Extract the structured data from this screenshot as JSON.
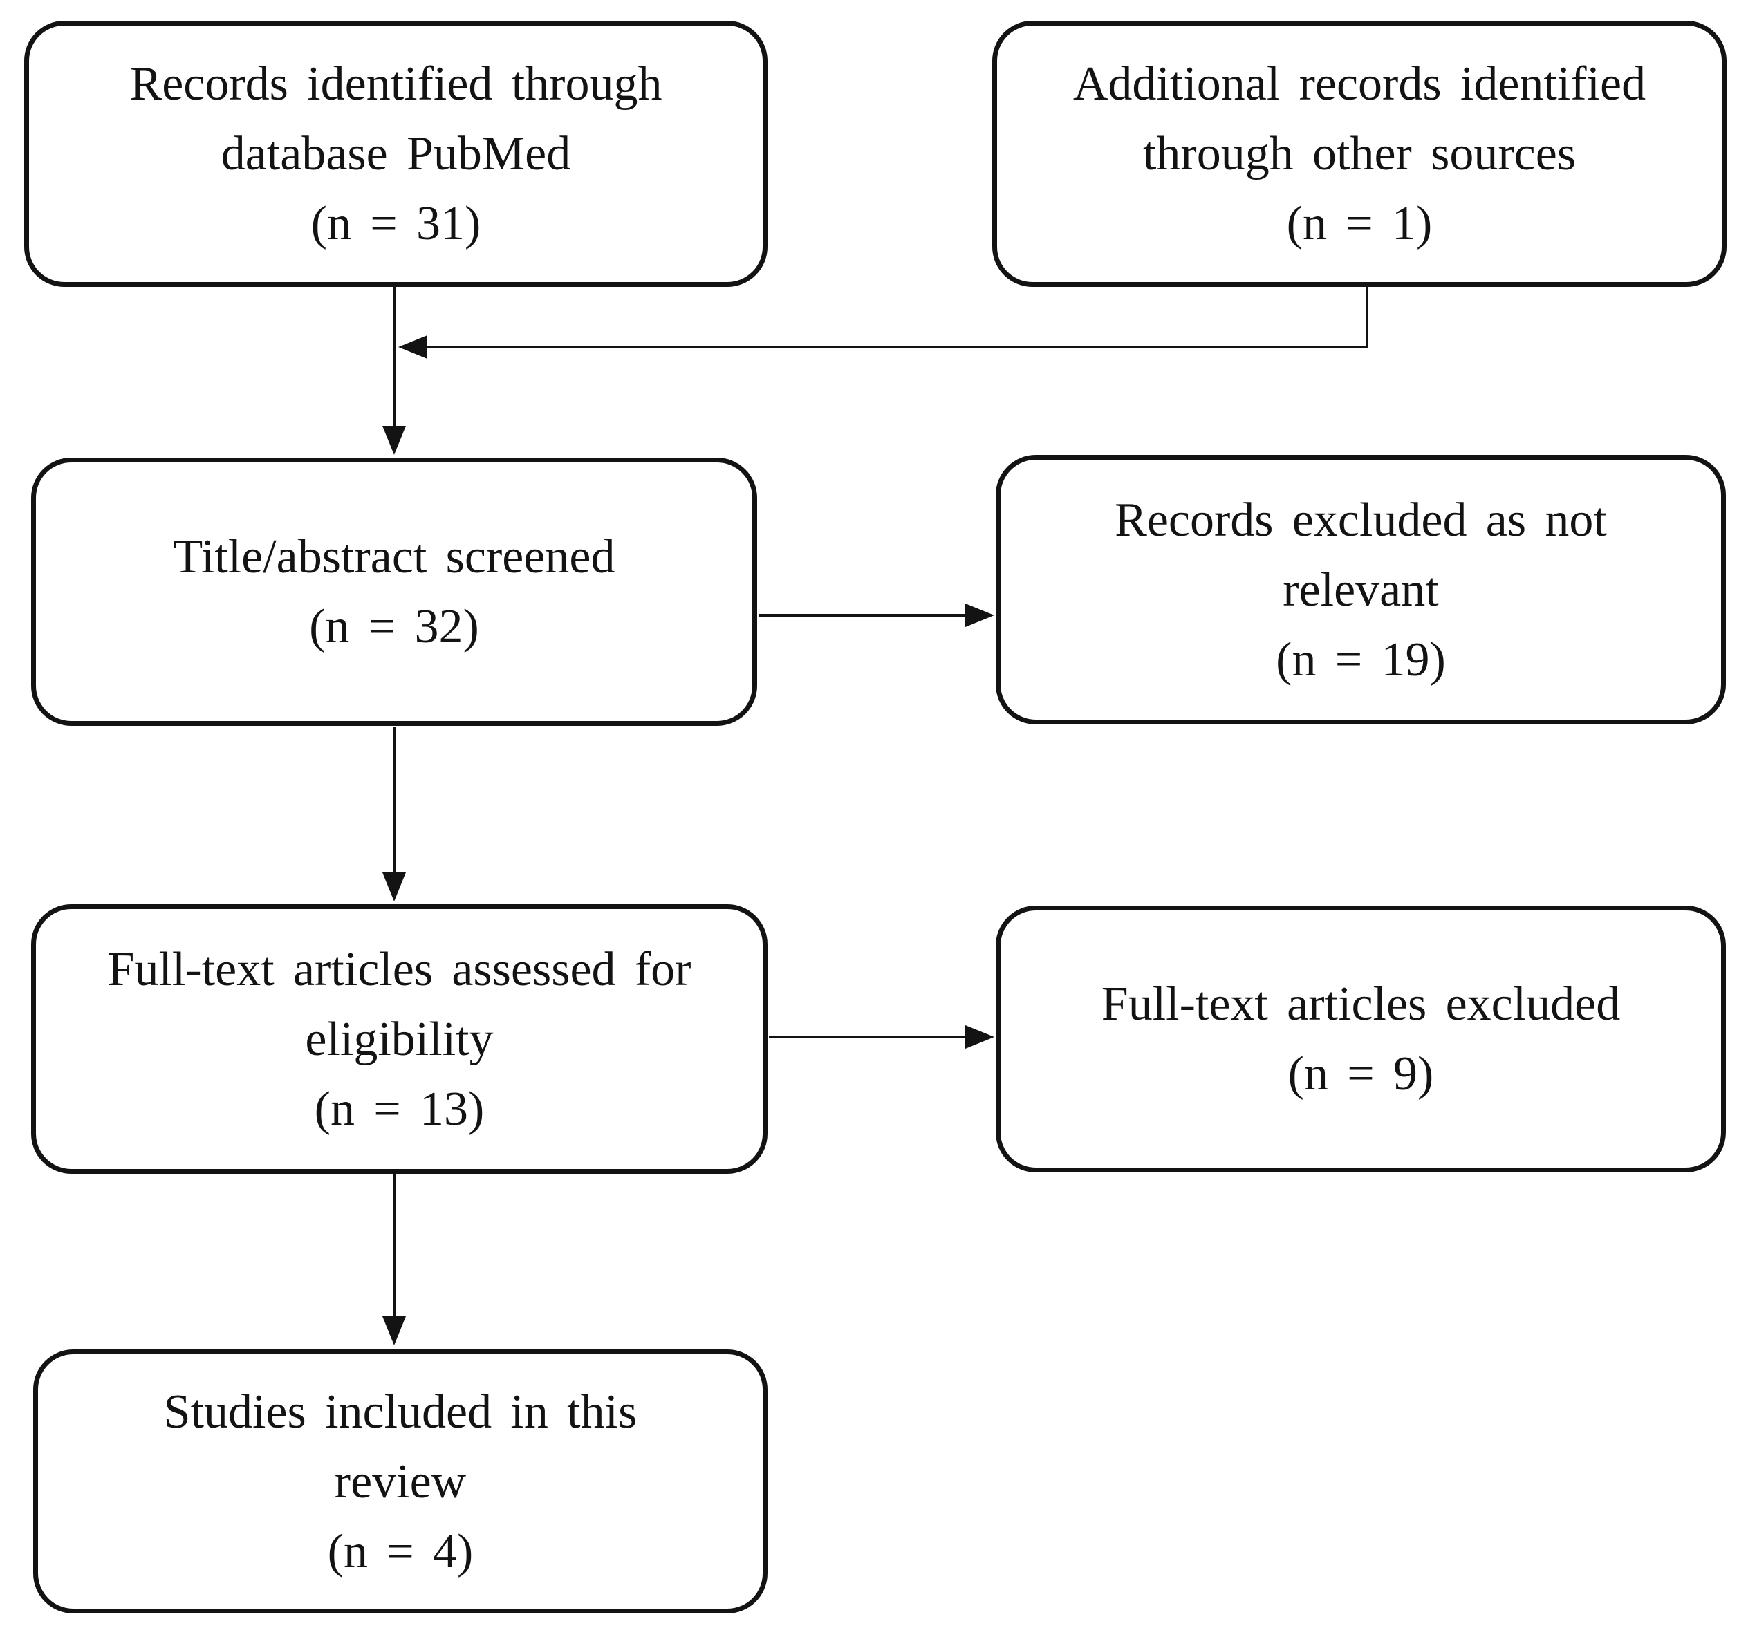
{
  "diagram": {
    "type": "flowchart",
    "subject": "PRISMA literature review flow diagram",
    "background_color": "#ffffff",
    "line_color": "#131313",
    "text_color": "#131313",
    "box_fill_color": "#ffffff",
    "nodes": [
      {
        "id": "records-identified",
        "lines": [
          "Records identified through",
          "database PubMed",
          "(n = 31)"
        ]
      },
      {
        "id": "additional-records",
        "lines": [
          "Additional records identified",
          "through other sources",
          "(n = 1)"
        ]
      },
      {
        "id": "title-abstract-screened",
        "lines": [
          "Title/abstract screened",
          "(n = 32)"
        ]
      },
      {
        "id": "records-excluded",
        "lines": [
          "Records excluded as not",
          "relevant",
          "(n = 19)"
        ]
      },
      {
        "id": "fulltext-assessed",
        "lines": [
          "Full-text articles assessed for",
          "eligibility",
          "(n = 13)"
        ]
      },
      {
        "id": "fulltext-excluded",
        "lines": [
          "Full-text articles excluded",
          "(n = 9)"
        ]
      },
      {
        "id": "studies-included",
        "lines": [
          "Studies included in this",
          "review",
          "(n = 4)"
        ]
      }
    ],
    "edges": [
      {
        "from": "records-identified",
        "to": "title-abstract-screened"
      },
      {
        "from": "additional-records",
        "to": "title-abstract-screened"
      },
      {
        "from": "title-abstract-screened",
        "to": "records-excluded"
      },
      {
        "from": "title-abstract-screened",
        "to": "fulltext-assessed"
      },
      {
        "from": "fulltext-assessed",
        "to": "fulltext-excluded"
      },
      {
        "from": "fulltext-assessed",
        "to": "studies-included"
      }
    ]
  }
}
